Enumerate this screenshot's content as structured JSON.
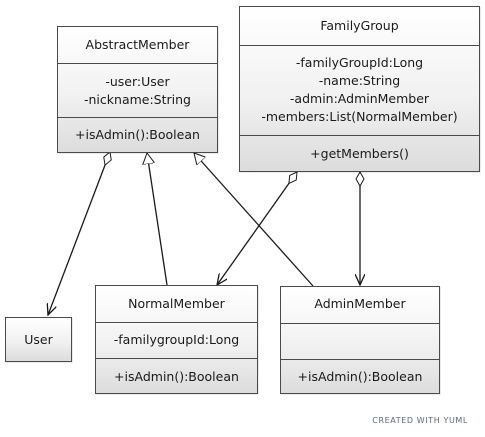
{
  "classes": {
    "abstract_member": {
      "name": "AbstractMember",
      "attributes": [
        "-user:User",
        "-nickname:String"
      ],
      "methods": [
        "+isAdmin():Boolean"
      ]
    },
    "family_group": {
      "name": "FamilyGroup",
      "attributes": [
        "-familyGroupId:Long",
        "-name:String",
        "-admin:AdminMember",
        "-members:List(NormalMember)"
      ],
      "methods": [
        "+getMembers()"
      ]
    },
    "normal_member": {
      "name": "NormalMember",
      "attributes": [
        "-familygroupId:Long"
      ],
      "methods": [
        "+isAdmin():Boolean"
      ]
    },
    "admin_member": {
      "name": "AdminMember",
      "attributes": [],
      "methods": [
        "+isAdmin():Boolean"
      ]
    },
    "user": {
      "name": "User"
    }
  },
  "relations": [
    {
      "from": "NormalMember",
      "to": "AbstractMember",
      "type": "inheritance"
    },
    {
      "from": "AdminMember",
      "to": "AbstractMember",
      "type": "inheritance"
    },
    {
      "from": "AbstractMember",
      "to": "User",
      "type": "aggregation"
    },
    {
      "from": "FamilyGroup",
      "to": "NormalMember",
      "type": "aggregation"
    },
    {
      "from": "FamilyGroup",
      "to": "AdminMember",
      "type": "aggregation"
    }
  ],
  "footer": {
    "credit": "CREATED WITH YUML"
  }
}
